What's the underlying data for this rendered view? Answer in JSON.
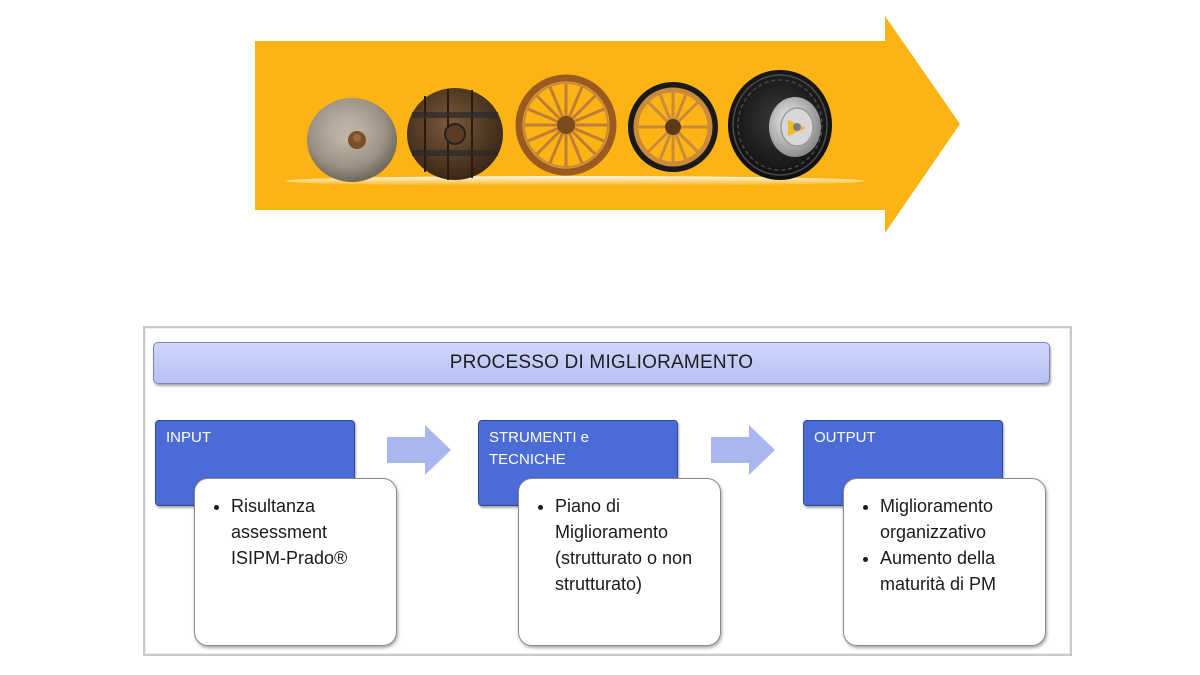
{
  "banner": {
    "arrow_color": "#fbb414",
    "wheels": [
      "stone-wheel-icon",
      "wooden-disc-wheel-icon",
      "spoked-wooden-wheel-icon",
      "spoked-metal-rim-wheel-icon",
      "modern-tire-wheel-icon"
    ]
  },
  "diagram": {
    "title": "PROCESSO DI MIGLIORAMENTO",
    "colors": {
      "title_bar": "#bfc8f6",
      "stage_header": "#4b6bd6",
      "flow_arrow": "#aab7ee"
    },
    "stages": [
      {
        "header": "INPUT",
        "items": [
          "Risultanza assessment ISIPM-Prado®"
        ]
      },
      {
        "header": "STRUMENTI e TECNICHE",
        "items": [
          "Piano di Miglioramento (strutturato o non strutturato)"
        ]
      },
      {
        "header": "OUTPUT",
        "items": [
          "Miglioramento organizzativo",
          "Aumento della maturità di PM"
        ]
      }
    ]
  }
}
